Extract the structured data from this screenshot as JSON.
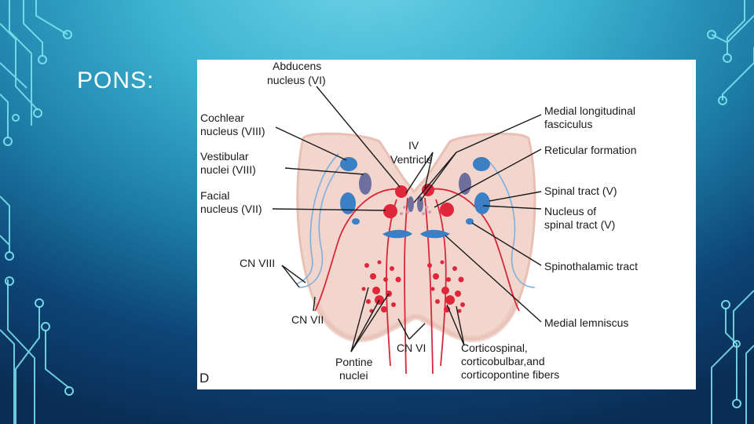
{
  "slide": {
    "title": "PONS:"
  },
  "figure": {
    "panel_letter": "D",
    "labels": {
      "abducens_1": "Abducens",
      "abducens_2": "nucleus (VI)",
      "cochlear_1": "Cochlear",
      "cochlear_2": "nucleus (VIII)",
      "vestibular_1": "Vestibular",
      "vestibular_2": "nuclei (VIII)",
      "facial_1": "Facial",
      "facial_2": "nucleus (VII)",
      "ventricle_1": "IV",
      "ventricle_2": "Ventricle",
      "mlf_1": "Medial longitudinal",
      "mlf_2": "fasciculus",
      "reticular": "Reticular formation",
      "spinal_tract": "Spinal tract (V)",
      "nucleus_spinal_1": "Nucleus of",
      "nucleus_spinal_2": "spinal tract (V)",
      "spinothalamic": "Spinothalamic tract",
      "cn8": "CN VIII",
      "cn7": "CN VII",
      "cn6": "CN VI",
      "medial_lemniscus": "Medial lemniscus",
      "pontine_1": "Pontine",
      "pontine_2": "nuclei",
      "cortico_1": "Corticospinal,",
      "cortico_2": "corticobulbar,and",
      "cortico_3": "corticopontine fibers"
    }
  },
  "colors": {
    "tissue": "#f2d5cc",
    "tissue_edge": "#e8c0b4",
    "nucleus_blue": "#3b7fc4",
    "nucleus_purple": "#6d6f9e",
    "nucleus_red": "#e0263a",
    "fiber_red": "#d9263a",
    "fiber_blue": "#7fb0dd"
  }
}
